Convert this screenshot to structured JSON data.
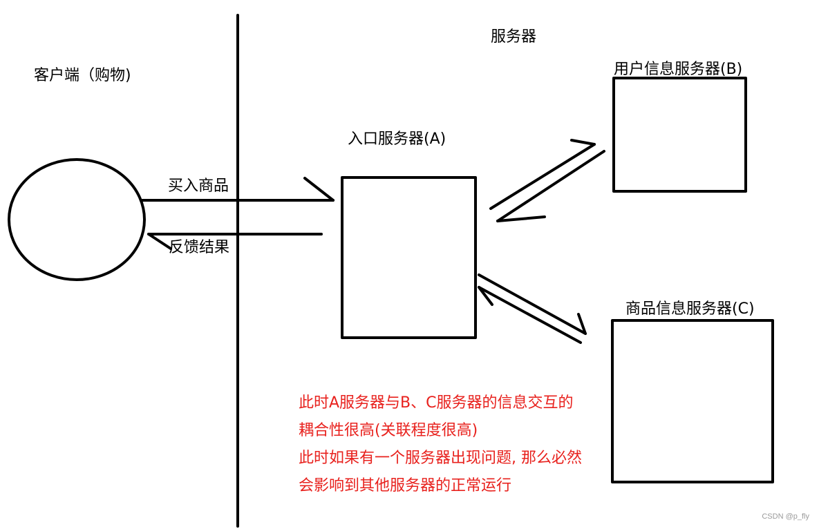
{
  "labels": {
    "client": "客户端（购物)",
    "server_region": "服务器",
    "server_a": "入口服务器(A)",
    "server_b": "用户信息服务器(B)",
    "server_c": "商品信息服务器(C)",
    "buy": "买入商品",
    "feedback": "反馈结果"
  },
  "note": {
    "color": "#e8211d",
    "lines": [
      "此时A服务器与B、C服务器的信息交互的",
      "耦合性很高(关联程度很高)",
      "此时如果有一个服务器出现问题, 那么必然",
      "会影响到其他服务器的正常运行"
    ]
  },
  "watermark": "CSDN @p_fly"
}
